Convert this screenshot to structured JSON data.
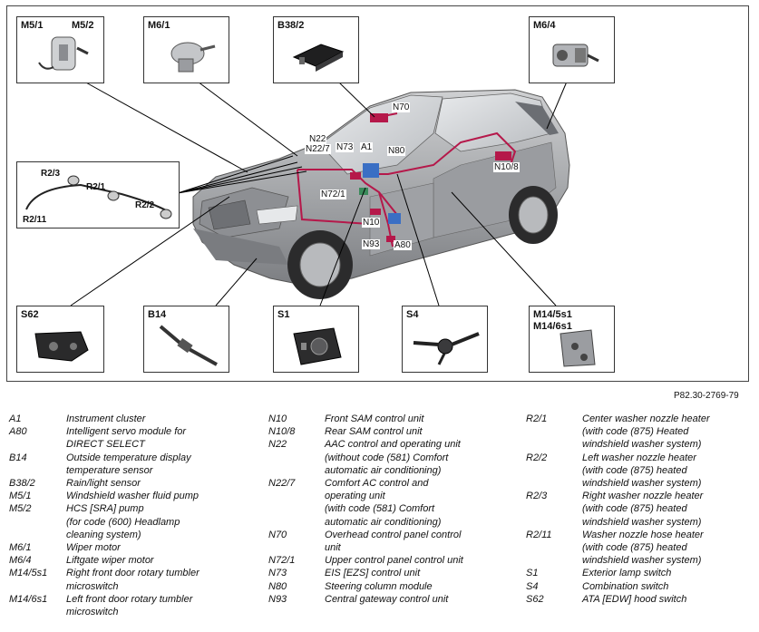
{
  "figure_id": "P82.30-2769-79",
  "insets": [
    {
      "id": "m5",
      "labels": [
        "M5/1",
        "M5/2"
      ]
    },
    {
      "id": "m61",
      "labels": [
        "M6/1"
      ]
    },
    {
      "id": "b382",
      "labels": [
        "B38/2"
      ]
    },
    {
      "id": "m64",
      "labels": [
        "M6/4"
      ]
    },
    {
      "id": "wire",
      "labels": [
        "R2/3",
        "R2/1",
        "R2/2",
        "R2/11"
      ]
    },
    {
      "id": "s62",
      "labels": [
        "S62"
      ]
    },
    {
      "id": "b14",
      "labels": [
        "B14"
      ]
    },
    {
      "id": "s1",
      "labels": [
        "S1"
      ]
    },
    {
      "id": "s4",
      "labels": [
        "S4"
      ]
    },
    {
      "id": "m14",
      "labels": [
        "M14/5s1\nM14/6s1"
      ]
    }
  ],
  "callouts": [
    "N70",
    "N22",
    "N22/7",
    "N73",
    "A1",
    "N80",
    "N10/8",
    "N72/1",
    "N10",
    "N93",
    "A80"
  ],
  "legend": {
    "col1": [
      {
        "code": "A1",
        "desc": "Instrument cluster"
      },
      {
        "code": "A80",
        "desc": "Intelligent servo module for\nDIRECT SELECT"
      },
      {
        "code": "B14",
        "desc": "Outside temperature display\ntemperature sensor"
      },
      {
        "code": "B38/2",
        "desc": "Rain/light sensor"
      },
      {
        "code": "M5/1",
        "desc": "Windshield washer fluid pump"
      },
      {
        "code": "M5/2",
        "desc": "HCS [SRA] pump\n(for code (600) Headlamp\ncleaning system)"
      },
      {
        "code": "M6/1",
        "desc": "Wiper motor"
      },
      {
        "code": "M6/4",
        "desc": "Liftgate wiper motor"
      },
      {
        "code": "M14/5s1",
        "desc": "Right front door rotary tumbler\nmicroswitch"
      },
      {
        "code": "M14/6s1",
        "desc": "Left front door rotary tumbler\nmicroswitch"
      }
    ],
    "col2": [
      {
        "code": "N10",
        "desc": "Front SAM control unit"
      },
      {
        "code": "N10/8",
        "desc": "Rear SAM control unit"
      },
      {
        "code": "N22",
        "desc": "AAC control and operating unit\n(without code (581) Comfort\nautomatic air conditioning)"
      },
      {
        "code": "N22/7",
        "desc": "Comfort AC control and\noperating unit"
      },
      {
        "code": "",
        "desc": "(with code (581) Comfort\nautomatic air conditioning)"
      },
      {
        "code": "N70",
        "desc": "Overhead control panel control\nunit"
      },
      {
        "code": "N72/1",
        "desc": "Upper control panel control unit"
      },
      {
        "code": "N73",
        "desc": "EIS [EZS] control unit"
      },
      {
        "code": "N80",
        "desc": "Steering column module"
      },
      {
        "code": "N93",
        "desc": "Central gateway control unit"
      }
    ],
    "col3": [
      {
        "code": "R2/1",
        "desc": "Center washer nozzle heater\n(with code (875) Heated\nwindshield washer system)"
      },
      {
        "code": "R2/2",
        "desc": "Left washer nozzle heater\n(with code (875) heated\nwindshield washer system)"
      },
      {
        "code": "R2/3",
        "desc": "Right washer nozzle heater\n(with code (875) heated\nwindshield washer system)"
      },
      {
        "code": "R2/11",
        "desc": "Washer nozzle hose heater\n(with code (875) heated\nwindshield washer system)"
      },
      {
        "code": "S1",
        "desc": "Exterior lamp switch"
      },
      {
        "code": "S4",
        "desc": "Combination switch"
      },
      {
        "code": "S62",
        "desc": "ATA [EDW] hood switch"
      }
    ]
  },
  "colors": {
    "wire_red": "#b5184a",
    "component_blue": "#3a6fc4",
    "car_gray": "#a9aaac"
  }
}
